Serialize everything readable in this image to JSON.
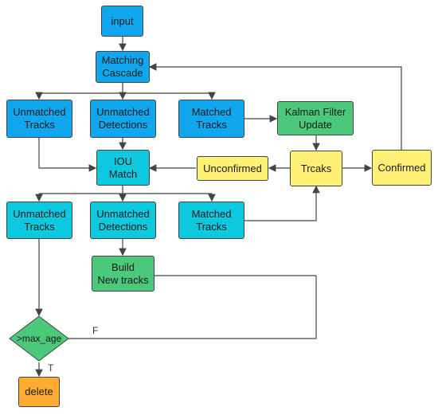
{
  "nodes": {
    "input": "input",
    "matching_cascade": "Matching\nCascade",
    "unmatched_tracks_1": "Unmatched\nTracks",
    "unmatched_detections_1": "Unmatched\nDetections",
    "matched_tracks_1": "Matched\nTracks",
    "kalman_filter_update": "Kalman Filter\nUpdate",
    "iou_match": "IOU\nMatch",
    "unconfirmed": "Unconfirmed",
    "trcaks": "Trcaks",
    "confirmed": "Confirmed",
    "unmatched_tracks_2": "Unmatched\nTracks",
    "unmatched_detections_2": "Unmatched\nDetections",
    "matched_tracks_2": "Matched\nTracks",
    "build_new_tracks": "Build\nNew tracks",
    "max_age": ">max_age",
    "delete": "delete"
  },
  "edge_labels": {
    "false_label": "F",
    "true_label": "T"
  },
  "colors": {
    "blue": "#11a7ef",
    "cyan": "#0dc9e0",
    "green": "#4cc87a",
    "yellow": "#fff176",
    "orange": "#ffac33"
  }
}
